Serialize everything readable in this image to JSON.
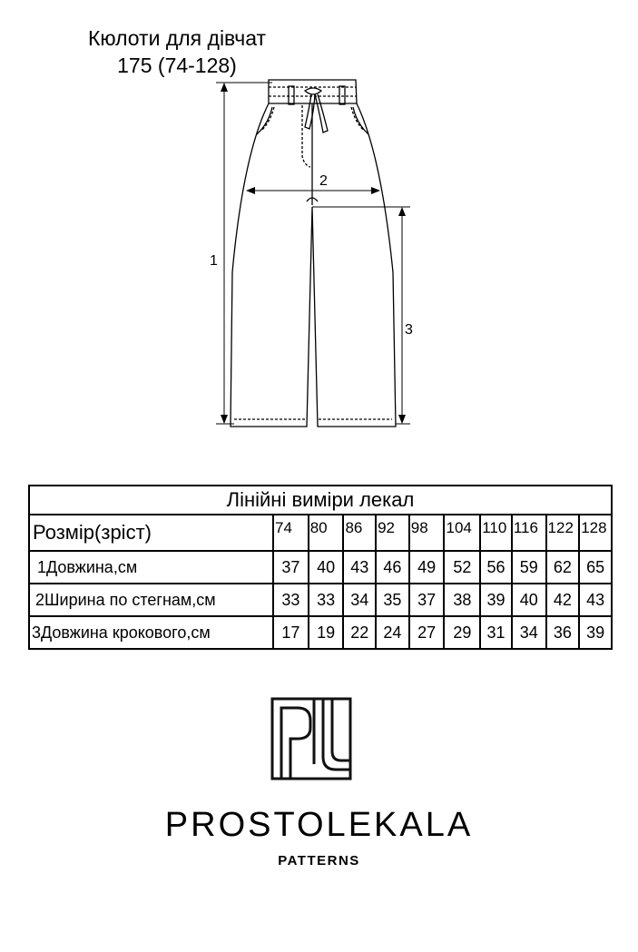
{
  "header": {
    "title": "Кюлоти для дівчат",
    "subtitle": "175 (74-128)"
  },
  "drawing": {
    "dim_labels": [
      "1",
      "2",
      "3"
    ]
  },
  "table": {
    "caption": "Лінійні виміри лекал",
    "size_header": "Розмір(зріст)",
    "sizes": [
      "74",
      "80",
      "86",
      "92",
      "98",
      "104",
      "110",
      "116",
      "122",
      "128"
    ],
    "rows": [
      {
        "label": "1Довжина,см",
        "values": [
          "37",
          "40",
          "43",
          "46",
          "49",
          "52",
          "56",
          "59",
          "62",
          "65"
        ]
      },
      {
        "label": "2Ширина по стегнам,см",
        "values": [
          "33",
          "33",
          "34",
          "35",
          "37",
          "38",
          "39",
          "40",
          "42",
          "43"
        ]
      },
      {
        "label": "3Довжина крокового,см",
        "values": [
          "17",
          "19",
          "22",
          "24",
          "27",
          "29",
          "31",
          "34",
          "36",
          "39"
        ]
      }
    ]
  },
  "brand": {
    "name": "PROSTOLEKALA",
    "sub": "PATTERNS"
  }
}
